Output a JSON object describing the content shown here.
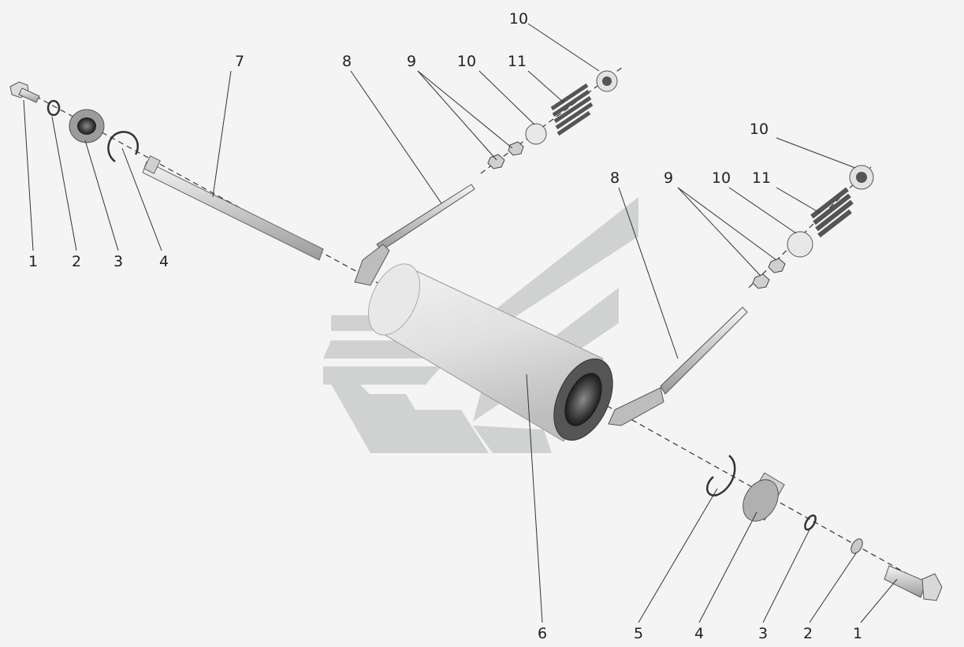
{
  "diagram": {
    "callouts": [
      {
        "id": "c-1-left",
        "text": "1"
      },
      {
        "id": "c-2-left",
        "text": "2"
      },
      {
        "id": "c-3-left",
        "text": "3"
      },
      {
        "id": "c-4-left",
        "text": "4"
      },
      {
        "id": "c-7",
        "text": "7"
      },
      {
        "id": "c-8-left",
        "text": "8"
      },
      {
        "id": "c-9-left",
        "text": "9"
      },
      {
        "id": "c-10-left-a",
        "text": "10"
      },
      {
        "id": "c-11-left",
        "text": "11"
      },
      {
        "id": "c-10-left-b",
        "text": "10"
      },
      {
        "id": "c-10-right-a",
        "text": "10"
      },
      {
        "id": "c-8-right",
        "text": "8"
      },
      {
        "id": "c-9-right",
        "text": "9"
      },
      {
        "id": "c-10-right-b",
        "text": "10"
      },
      {
        "id": "c-11-right",
        "text": "11"
      },
      {
        "id": "c-6",
        "text": "6"
      },
      {
        "id": "c-5",
        "text": "5"
      },
      {
        "id": "c-4-right",
        "text": "4"
      },
      {
        "id": "c-3-right",
        "text": "3"
      },
      {
        "id": "c-2-right",
        "text": "2"
      },
      {
        "id": "c-1-right",
        "text": "1"
      }
    ],
    "colors": {
      "background": "#f4f4f4",
      "watermark": "#c9cdcb",
      "metal_light": "#e6e6e6",
      "metal_mid": "#bdbdbd",
      "metal_dark": "#6f6f6f",
      "line": "#333333"
    }
  }
}
